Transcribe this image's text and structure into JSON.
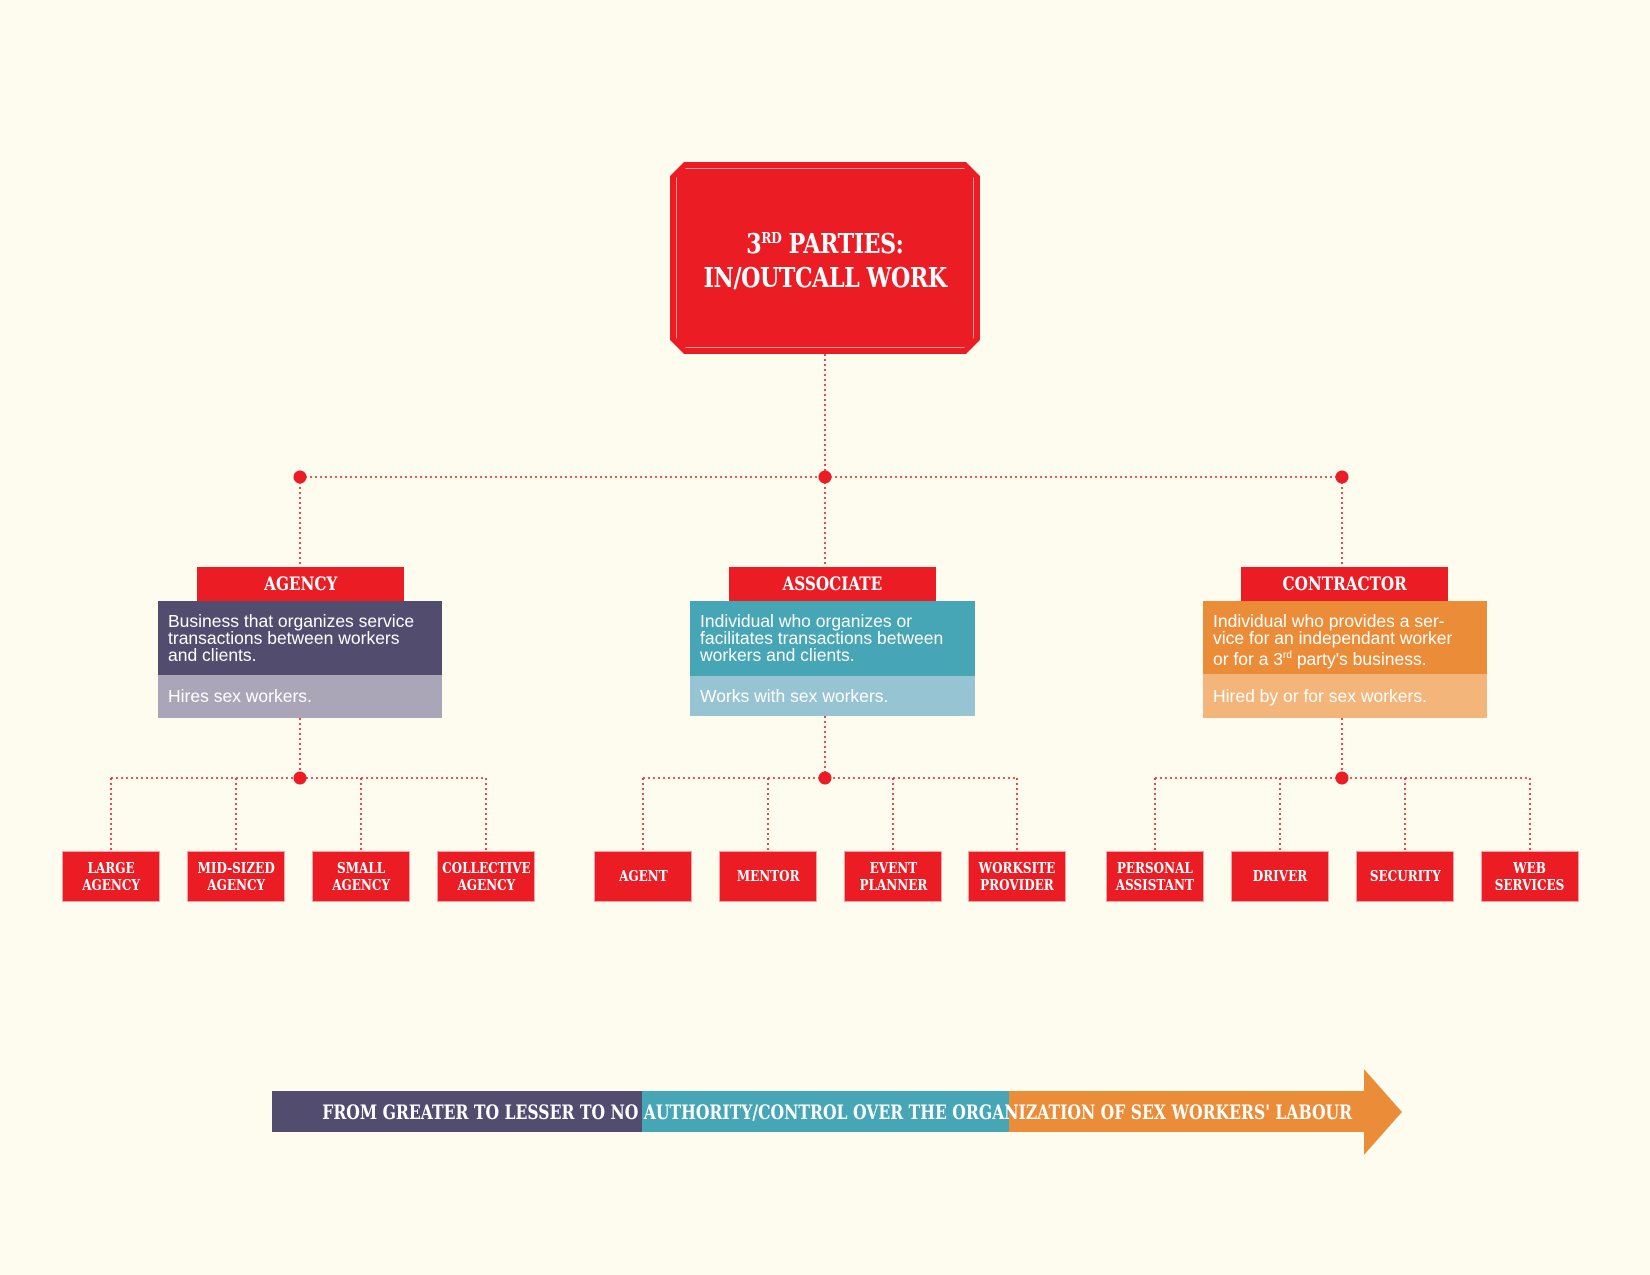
{
  "title": {
    "prefix": "3",
    "superscript": "RD",
    "line1_rest": " PARTIES:",
    "line2": "IN/OUTCALL WORK"
  },
  "colors": {
    "background": "#fdfcef",
    "red": "#ec1c24",
    "agency_dark": "#524c6f",
    "agency_light": "#aba5b8",
    "associate_dark": "#46a6b6",
    "associate_light": "#97c4d2",
    "contractor_dark": "#eb8c38",
    "contractor_light": "#f3b57a"
  },
  "categories": [
    {
      "label": "AGENCY",
      "description": [
        "Business that organizes service",
        "transactions between workers",
        "and clients."
      ],
      "note": "Hires sex workers.",
      "children": [
        "LARGE\nAGENCY",
        "MID-SIZED\nAGENCY",
        "SMALL\nAGENCY",
        "COLLECTIVE\nAGENCY"
      ]
    },
    {
      "label": "ASSOCIATE",
      "description": [
        "Individual who organizes or",
        "facilitates transactions between",
        "workers and clients."
      ],
      "note": "Works with sex workers.",
      "children": [
        "AGENT",
        "MENTOR",
        "EVENT\nPLANNER",
        "WORKSITE\nPROVIDER"
      ]
    },
    {
      "label": "CONTRACTOR",
      "description": [
        "Individual who provides a ser-",
        "vice for an independant worker"
      ],
      "description_line3_pre": "or for a 3",
      "description_line3_sup": "rd",
      "description_line3_post": " party's business.",
      "note": "Hired by or for sex workers.",
      "children": [
        "PERSONAL\nASSISTANT",
        "DRIVER",
        "SECURITY",
        "WEB\nSERVICES"
      ]
    }
  ],
  "arrow": {
    "text": "FROM GREATER TO LESSER TO NO AUTHORITY/CONTROL OVER THE ORGANIZATION OF SEX WORKERS' LABOUR"
  }
}
